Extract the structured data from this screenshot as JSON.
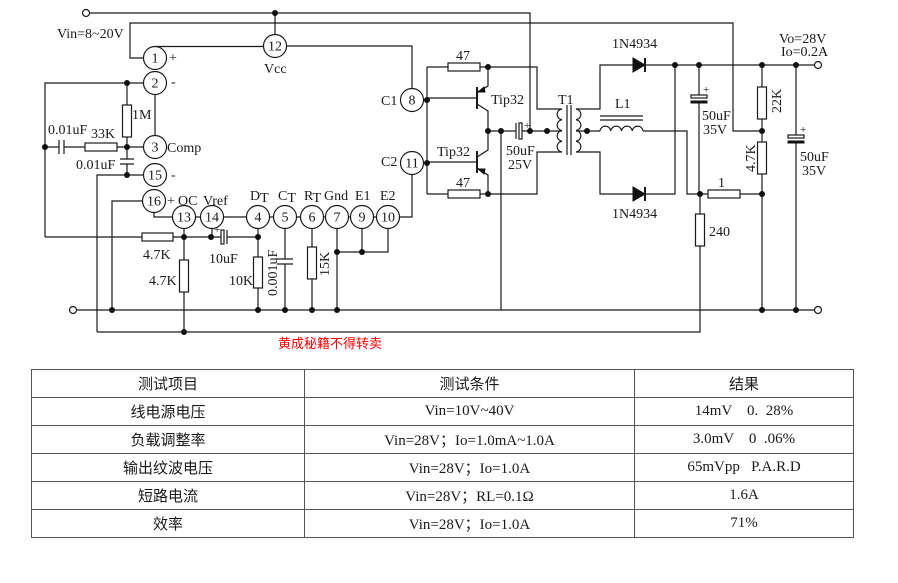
{
  "schematic": {
    "vin_label": "Vin=8~20V",
    "vout_label": "Vo=28V",
    "iout_label": "Io=0.2A",
    "pins": {
      "p1": "1",
      "p2": "2",
      "p3": "3",
      "p4": "4",
      "p5": "5",
      "p6": "6",
      "p7": "7",
      "p8": "8",
      "p9": "9",
      "p10": "10",
      "p11": "11",
      "p12": "12",
      "p13": "13",
      "p14": "14",
      "p15": "15",
      "p16": "16"
    },
    "pin_names": {
      "vcc": "Vcc",
      "comp": "Comp",
      "oc": "OC",
      "vref": "Vref",
      "dt": {
        "main": "D",
        "sub": "T"
      },
      "ct": {
        "main": "C",
        "sub": "T"
      },
      "rt": {
        "main": "R",
        "sub": "T"
      },
      "gnd": "Gnd",
      "e1": "E1",
      "e2": "E2",
      "c1": "C1",
      "c2": "C2"
    },
    "polarity": {
      "p1": "+",
      "p2": "-",
      "p15": "-",
      "p16": "+",
      "cap_plus": "+"
    },
    "components": {
      "r_1m": "1M",
      "c_comp_series": "0.01uF",
      "r_comp_series": "33K",
      "c_comp_shunt": "0.01uF",
      "r_oc_series": "4.7K",
      "r_oc_shunt": "4.7K",
      "c_vref": "10uF",
      "r_dt": "10K",
      "c_t": "0.001uF",
      "r_t": "15K",
      "r_base_top": "47",
      "r_base_bottom": "47",
      "q_top": "Tip32",
      "q_bottom": "Tip32",
      "c_coupling": {
        "value": "50uF",
        "voltage": "25V"
      },
      "transformer": "T1",
      "inductor": "L1",
      "d_top": "1N4934",
      "d_bottom": "1N4934",
      "c_out1": {
        "value": "50uF",
        "voltage": "35V"
      },
      "r_fb_top": "22K",
      "r_fb_bottom": "4.7K",
      "r_sense": "1",
      "r_240": "240",
      "c_out2": {
        "value": "50uF",
        "voltage": "35V"
      }
    }
  },
  "watermark": {
    "text": "黄成秘籍不得转卖",
    "color": "#ff0000"
  },
  "table": {
    "headers": [
      "测试项目",
      "测试条件",
      "结果"
    ],
    "rows": [
      [
        "线电源电压",
        "Vin=10V~40V",
        "14mV    0.  28%"
      ],
      [
        "负载调整率",
        "Vin=28V；Io=1.0mA~1.0A",
        "3.0mV    0  .06%"
      ],
      [
        "输出纹波电压",
        "Vin=28V；Io=1.0A",
        "65mVpp   P.A.R.D"
      ],
      [
        "短路电流",
        "Vin=28V；RL=0.1Ω",
        "1.6A"
      ],
      [
        "效率",
        "Vin=28V；Io=1.0A",
        "71%"
      ]
    ]
  }
}
